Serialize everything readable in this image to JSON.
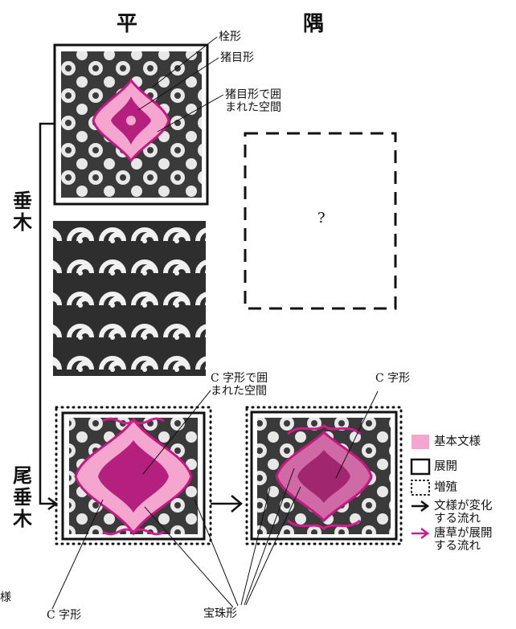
{
  "columns": {
    "flat": "平",
    "corner": "隅"
  },
  "rows": {
    "taruki": "垂\n木",
    "otaruki": "尾\n垂\n木"
  },
  "labels": {
    "sen": "栓形",
    "inome": "猪目形",
    "inome_enclosed": "猪目形で囲\nまれた空間",
    "c_enclosed": "C 字形で囲\nまれた空間",
    "c_right": "C 字形",
    "c_left": "C 字形",
    "hoju": "宝珠形",
    "unknown": "?",
    "cut": "様"
  },
  "legend": [
    {
      "key": "basic",
      "text": "基本文様"
    },
    {
      "key": "develop",
      "text": "展開"
    },
    {
      "key": "multiply",
      "text": "増殖"
    },
    {
      "key": "change",
      "text": "文様が変化\nする流れ"
    },
    {
      "key": "karakusa",
      "text": "唐草が展開\nする流れ"
    }
  ],
  "colors": {
    "pink": "#f5a6cf",
    "magenta": "#d31a8f",
    "dark": "#262626"
  }
}
